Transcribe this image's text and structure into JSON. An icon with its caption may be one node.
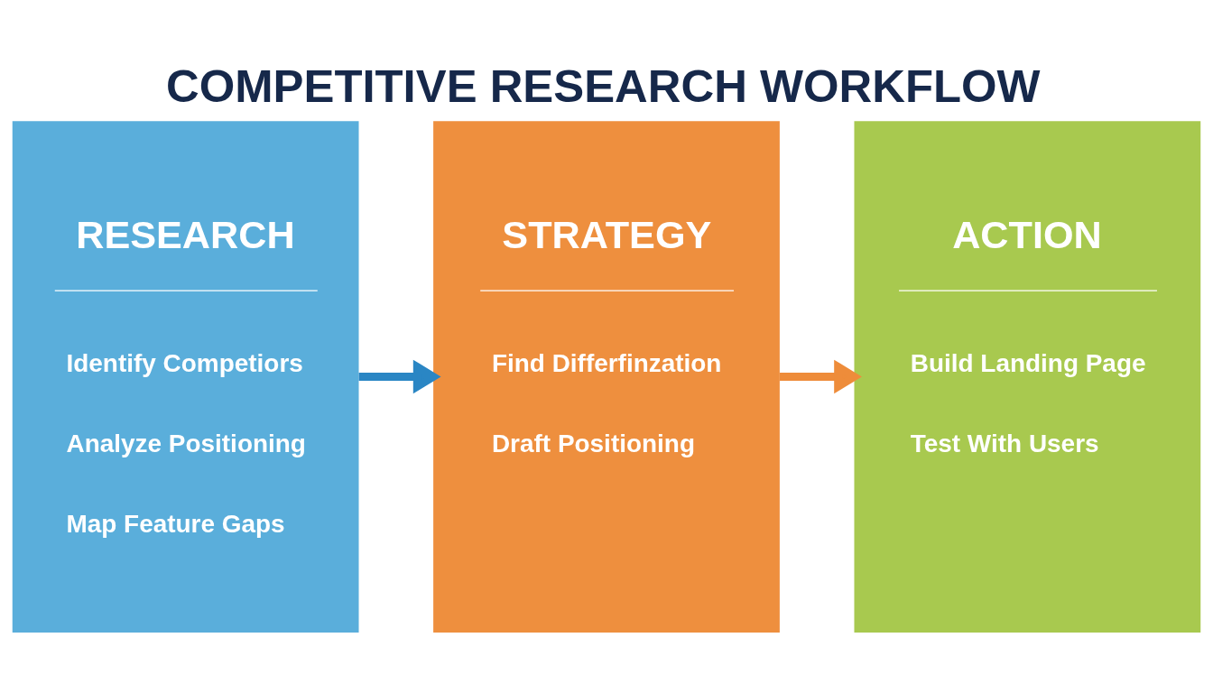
{
  "diagram": {
    "title": "COMPETITIVE RESEARCH WORKFLOW",
    "nodes": [
      {
        "text": [
          "RESEARCH",
          "Identify Competiors",
          "Analyze Positioning",
          "Map Feature Gaps"
        ]
      },
      {
        "text": [
          "STRATEGY",
          "Find Differfinzation",
          "Draft Positioning"
        ]
      },
      {
        "text": [
          "ACTION",
          "Build Landing Page",
          "Test With Users"
        ]
      }
    ],
    "edges": [
      {
        "from": 0,
        "to": 1,
        "arrow": "to",
        "color": "#2a86c4"
      },
      {
        "from": 1,
        "to": 2,
        "arrow": "to",
        "color": "#ee8c3a"
      }
    ]
  }
}
